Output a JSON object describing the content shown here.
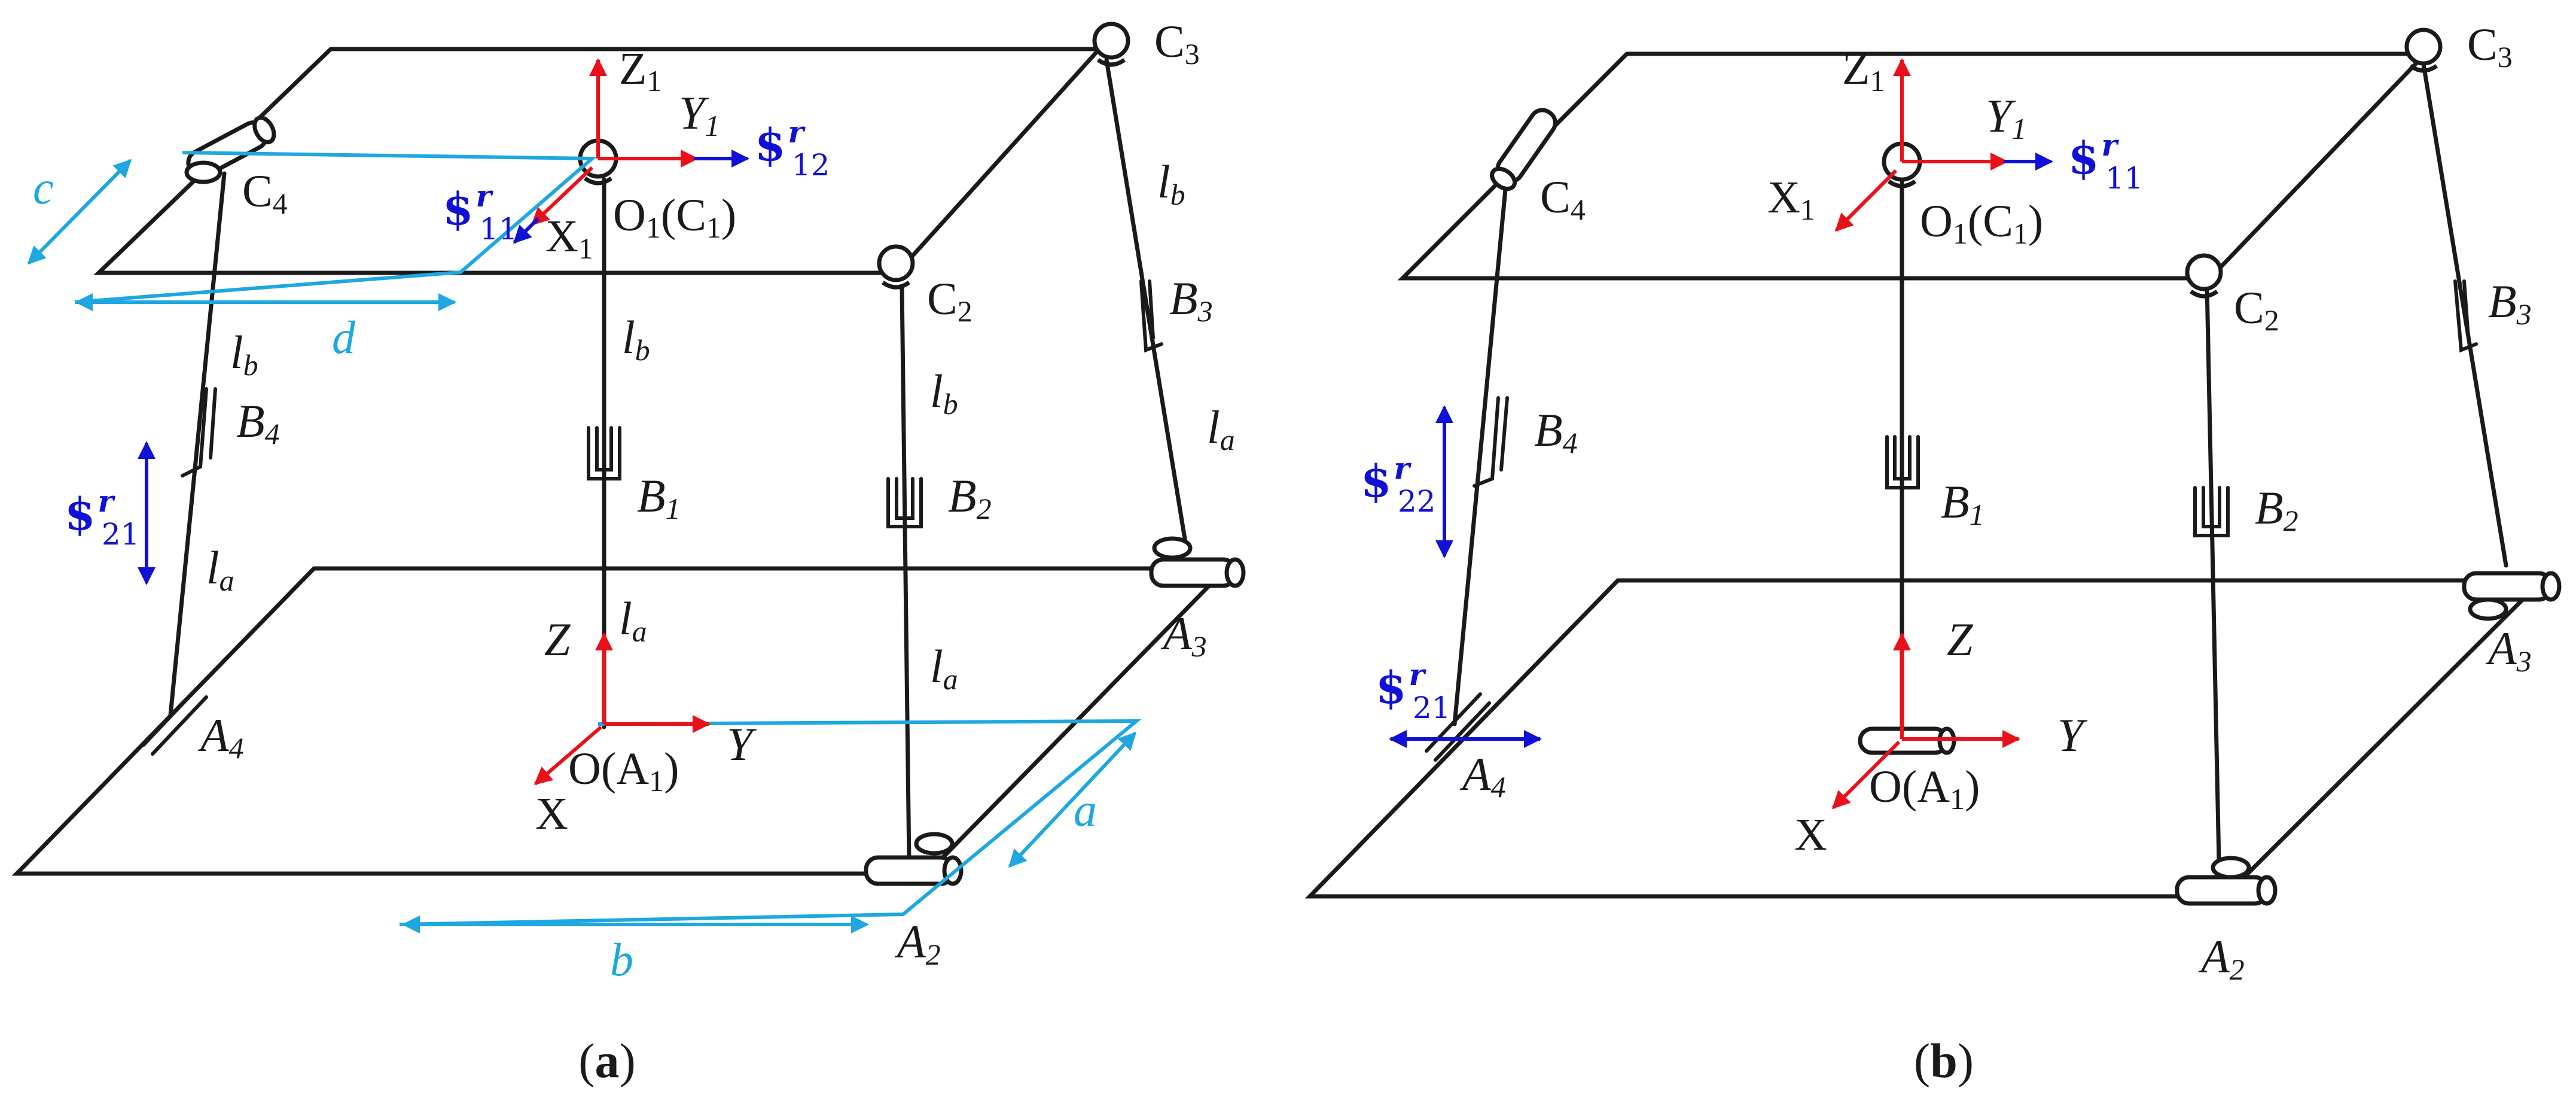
{
  "colors": {
    "line": "#1a1a1a",
    "axis_red": "#e8111a",
    "screw_blue": "#1010d6",
    "dim_cyan": "#1ea7e0"
  },
  "panel_a": {
    "caption": {
      "open": "(",
      "letter": "a",
      "close": ")"
    },
    "points": {
      "C3": {
        "base": "C",
        "sub": "3"
      },
      "C4": {
        "base": "C",
        "sub": "4"
      },
      "C2": {
        "base": "C",
        "sub": "2"
      },
      "O1": {
        "base": "O",
        "sub": "1",
        "rest": "(C",
        "sub2": "1",
        "end": ")"
      },
      "B1": {
        "base": "B",
        "sub": "1"
      },
      "B2": {
        "base": "B",
        "sub": "2"
      },
      "B3": {
        "base": "B",
        "sub": "3"
      },
      "B4": {
        "base": "B",
        "sub": "4"
      },
      "A2": {
        "base": "A",
        "sub": "2"
      },
      "A3": {
        "base": "A",
        "sub": "3"
      },
      "A4": {
        "base": "A",
        "sub": "4"
      },
      "O": {
        "base": "O(A",
        "sub": "1",
        "end": ")"
      }
    },
    "axes": {
      "Z1": {
        "base": "Z",
        "sub": "1"
      },
      "Y1": {
        "base": "Y",
        "sub": "1"
      },
      "X1": {
        "base": "X",
        "sub": "1"
      },
      "Z": "Z",
      "Y": "Y",
      "X": "X"
    },
    "links": {
      "lb": {
        "base": "l",
        "sub": "b"
      },
      "la": {
        "base": "l",
        "sub": "a"
      }
    },
    "screws": {
      "s12": {
        "sym": "$",
        "sup": "r",
        "sub": "12"
      },
      "s11": {
        "sym": "$",
        "sup": "r",
        "sub": "11"
      },
      "s21": {
        "sym": "$",
        "sup": "r",
        "sub": "21"
      }
    },
    "dims": {
      "a": "a",
      "b": "b",
      "c": "c",
      "d": "d"
    }
  },
  "panel_b": {
    "caption": {
      "open": "(",
      "letter": "b",
      "close": ")"
    },
    "points": {
      "C3": {
        "base": "C",
        "sub": "3"
      },
      "C4": {
        "base": "C",
        "sub": "4"
      },
      "C2": {
        "base": "C",
        "sub": "2"
      },
      "O1": {
        "base": "O",
        "sub": "1",
        "rest": "(C",
        "sub2": "1",
        "end": ")"
      },
      "B1": {
        "base": "B",
        "sub": "1"
      },
      "B2": {
        "base": "B",
        "sub": "2"
      },
      "B3": {
        "base": "B",
        "sub": "3"
      },
      "B4": {
        "base": "B",
        "sub": "4"
      },
      "A2": {
        "base": "A",
        "sub": "2"
      },
      "A3": {
        "base": "A",
        "sub": "3"
      },
      "A4": {
        "base": "A",
        "sub": "4"
      },
      "O": {
        "base": "O(A",
        "sub": "1",
        "end": ")"
      }
    },
    "axes": {
      "Z1": {
        "base": "Z",
        "sub": "1"
      },
      "Y1": {
        "base": "Y",
        "sub": "1"
      },
      "X1": {
        "base": "X",
        "sub": "1"
      },
      "Z": "Z",
      "Y": "Y",
      "X": "X"
    },
    "screws": {
      "s11": {
        "sym": "$",
        "sup": "r",
        "sub": "11"
      },
      "s22": {
        "sym": "$",
        "sup": "r",
        "sub": "22"
      },
      "s21": {
        "sym": "$",
        "sup": "r",
        "sub": "21"
      }
    }
  }
}
